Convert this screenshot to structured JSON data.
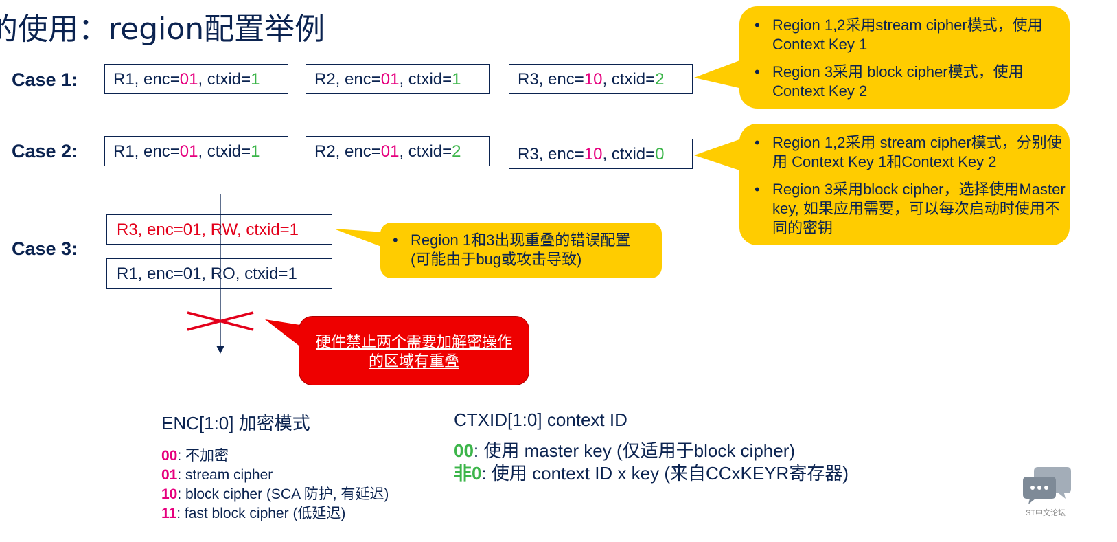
{
  "title": "的使用：region配置举例",
  "cases": [
    {
      "label": "Case 1:",
      "regions": [
        {
          "prefix": "R1, enc=",
          "enc": "01",
          "mid": ", ctxid=",
          "ctx": "1"
        },
        {
          "prefix": "R2, enc=",
          "enc": "01",
          "mid": ", ctxid=",
          "ctx": "1"
        },
        {
          "prefix": "R3, enc=",
          "enc": "10",
          "mid": ", ctxid=",
          "ctx": "2"
        }
      ]
    },
    {
      "label": "Case 2:",
      "regions": [
        {
          "prefix": "R1, enc=",
          "enc": "01",
          "mid": ", ctxid=",
          "ctx": "1"
        },
        {
          "prefix": "R2, enc=",
          "enc": "01",
          "mid": ", ctxid=",
          "ctx": "2"
        },
        {
          "prefix": "R3, enc=",
          "enc": "10",
          "mid": ", ctxid=",
          "ctx": "0"
        }
      ]
    },
    {
      "label": "Case 3:",
      "regions": [
        {
          "text": "R3, enc=01, RW, ctxid=1"
        },
        {
          "text": "R1, enc=01, RO, ctxid=1"
        }
      ]
    }
  ],
  "callouts": {
    "case1": [
      "Region 1,2采用stream cipher模式，使用 Context Key 1",
      "Region 3采用 block cipher模式，使用 Context Key 2"
    ],
    "case2": [
      "Region 1,2采用 stream cipher模式，分别使用 Context Key 1和Context Key 2",
      "Region 3采用block cipher，选择使用Master key, 如果应用需要，可以每次启动时使用不同的密钥"
    ],
    "case3": [
      "Region 1和3出现重叠的错误配置 (可能由于bug或攻击导致)"
    ],
    "hardware": "硬件禁止两个需要加解密操作的区域有重叠"
  },
  "enc_legend": {
    "heading": "ENC[1:0] 加密模式",
    "items": [
      {
        "code": "00",
        "desc": ": 不加密"
      },
      {
        "code": "01",
        "desc": ": stream cipher"
      },
      {
        "code": "10",
        "desc": ": block cipher (SCA 防护, 有延迟)"
      },
      {
        "code": "11",
        "desc": ": fast block cipher (低延迟)"
      }
    ]
  },
  "ctx_legend": {
    "heading": "CTXID[1:0] context ID",
    "items": [
      {
        "code": "00",
        "desc": ": 使用 master key (仅适用于block cipher)"
      },
      {
        "code": "非0",
        "desc": ": 使用 context ID x key (来自CCxKEYR寄存器)"
      }
    ]
  },
  "watermark": {
    "label": "ST中文论坛",
    "icon": "chat-bubbles-icon"
  },
  "colors": {
    "navy": "#0b2350",
    "enc": "#e6007e",
    "ctx": "#3cb54a",
    "callout": "#ffcc00",
    "alert": "#ee0000",
    "error_text": "#e3001b"
  }
}
